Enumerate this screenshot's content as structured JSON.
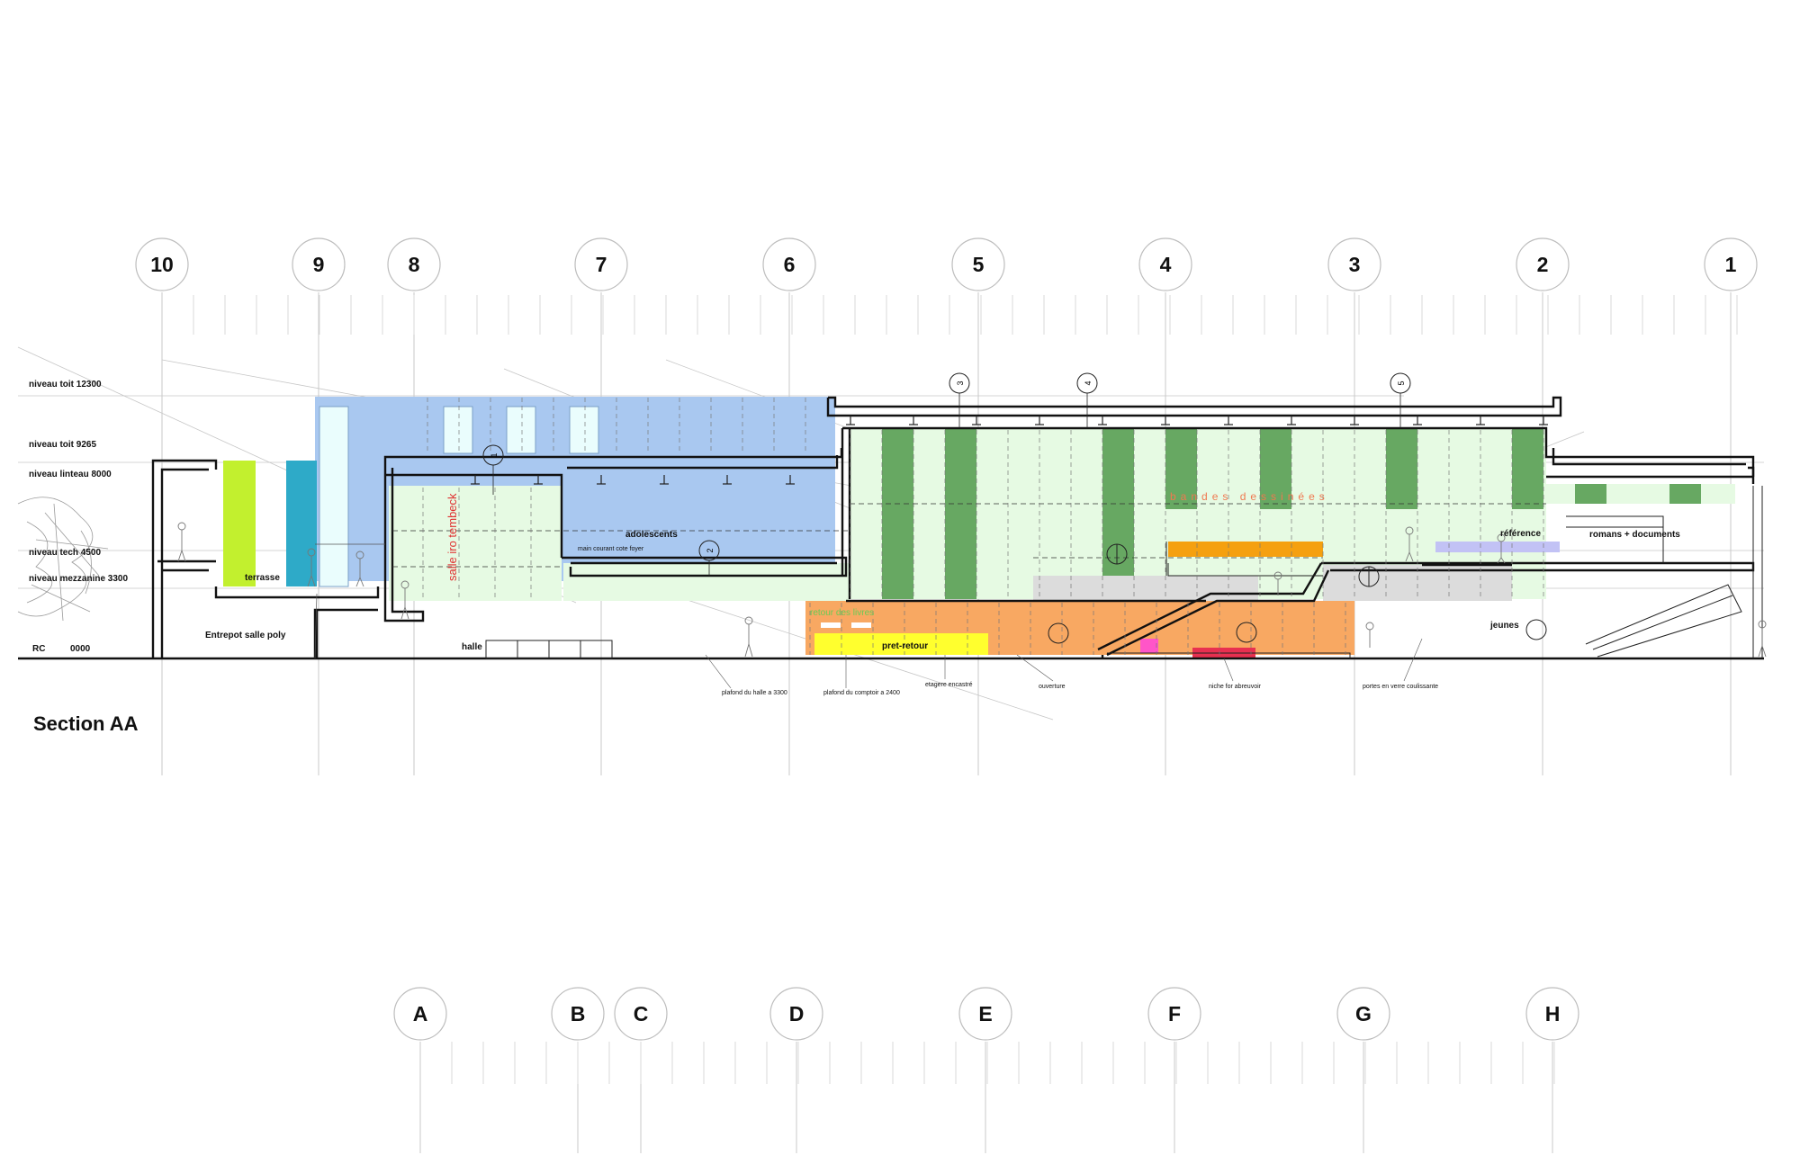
{
  "title": "Section AA",
  "grid_top": [
    {
      "label": "10"
    },
    {
      "label": "9"
    },
    {
      "label": "8"
    },
    {
      "label": "7"
    },
    {
      "label": "6"
    },
    {
      "label": "5"
    },
    {
      "label": "4"
    },
    {
      "label": "3"
    },
    {
      "label": "2"
    },
    {
      "label": "1"
    }
  ],
  "grid_bottom": [
    {
      "label": "A"
    },
    {
      "label": "B"
    },
    {
      "label": "C"
    },
    {
      "label": "D"
    },
    {
      "label": "E"
    },
    {
      "label": "F"
    },
    {
      "label": "G"
    },
    {
      "label": "H"
    }
  ],
  "levels": {
    "toit_12300": "niveau toit 12300",
    "toit_9265": "niveau toit 9265",
    "linteau_8000": "niveau linteau 8000",
    "tech_4500": "niveau tech 4500",
    "mezzanine_3300": "niveau mezzanine 3300",
    "rc": "RC",
    "rc_value": "0000"
  },
  "rooms": {
    "terrasse": "terrasse",
    "entrepot": "Entrepot salle poly",
    "halle": "halle",
    "salle": "salle iro tembeck",
    "adolescents": "adolescents",
    "main_courant": "main courant cote foyer",
    "retour": "retour des livres",
    "pret_retour": "pret-retour",
    "bandes": "bandes dessinées",
    "reference": "référence",
    "romans": "romans + documents",
    "jeunes": "jeunes"
  },
  "annotations": {
    "plafond_halle": "plafond du halle a 3300",
    "plafond_comptoir": "plafond du comptoir a 2400",
    "etagere": "etagere encastré",
    "ouverture": "ouverture",
    "niche": "niche for abreuvoir",
    "portes": "portes en verre coulissante"
  },
  "detail_markers": {
    "m1": "1",
    "m2": "2",
    "m3": "3",
    "m4": "4",
    "m5": "5"
  },
  "colors": {
    "glass_blue": "#a9c8f0",
    "light_green": "#e6fae3",
    "dark_green": "#67a862",
    "lime": "#c2f02e",
    "teal": "#2eaac8",
    "orange": "#f8a862",
    "yellow": "#ffff2e",
    "amber": "#f5a010",
    "lavender": "#c2c2f5",
    "pink": "#ff55c8",
    "red": "#e83050",
    "grey": "#dcdcdc"
  }
}
